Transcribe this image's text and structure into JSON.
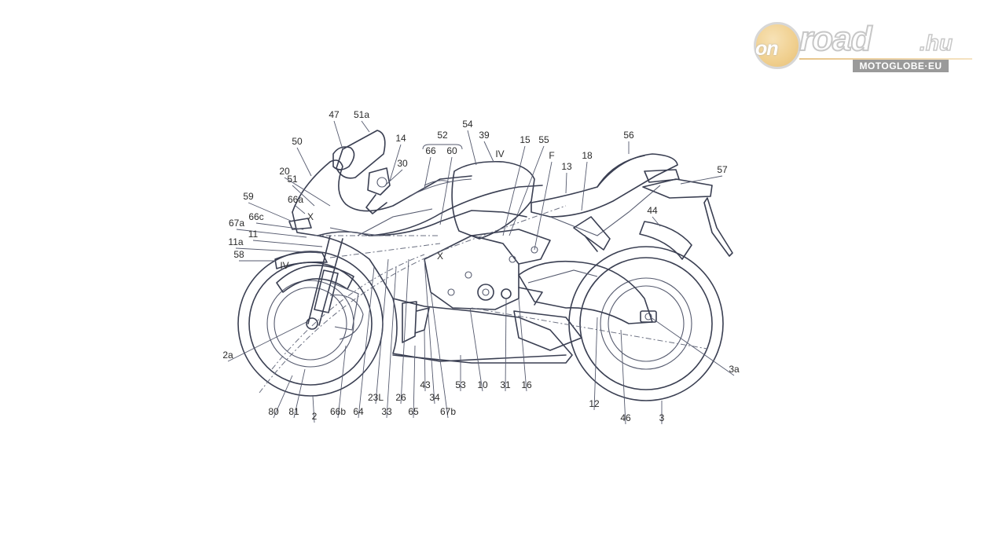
{
  "logo": {
    "prefix": "on",
    "name": "road",
    "tld": ".hu",
    "subtitle": "MOTOGLOBE·EU"
  },
  "labels": [
    "47",
    "51a",
    "14",
    "50",
    "30",
    "20",
    "51",
    "66a",
    "59",
    "X",
    "66c",
    "67a",
    "11",
    "11a",
    "58",
    "IV",
    "2a",
    "80",
    "81",
    "2",
    "66b",
    "64",
    "23L",
    "33",
    "26",
    "65",
    "43",
    "34",
    "67b",
    "53",
    "10",
    "31",
    "16",
    "52",
    "66",
    "60",
    "54",
    "39",
    "IV",
    "15",
    "55",
    "F",
    "13",
    "18",
    "56",
    "57",
    "44",
    "X",
    "12",
    "46",
    "3",
    "3a"
  ],
  "colors": {
    "line": "#3a3f52",
    "label": "#2a2a2a",
    "logo_accent": "#f0cf8e"
  }
}
